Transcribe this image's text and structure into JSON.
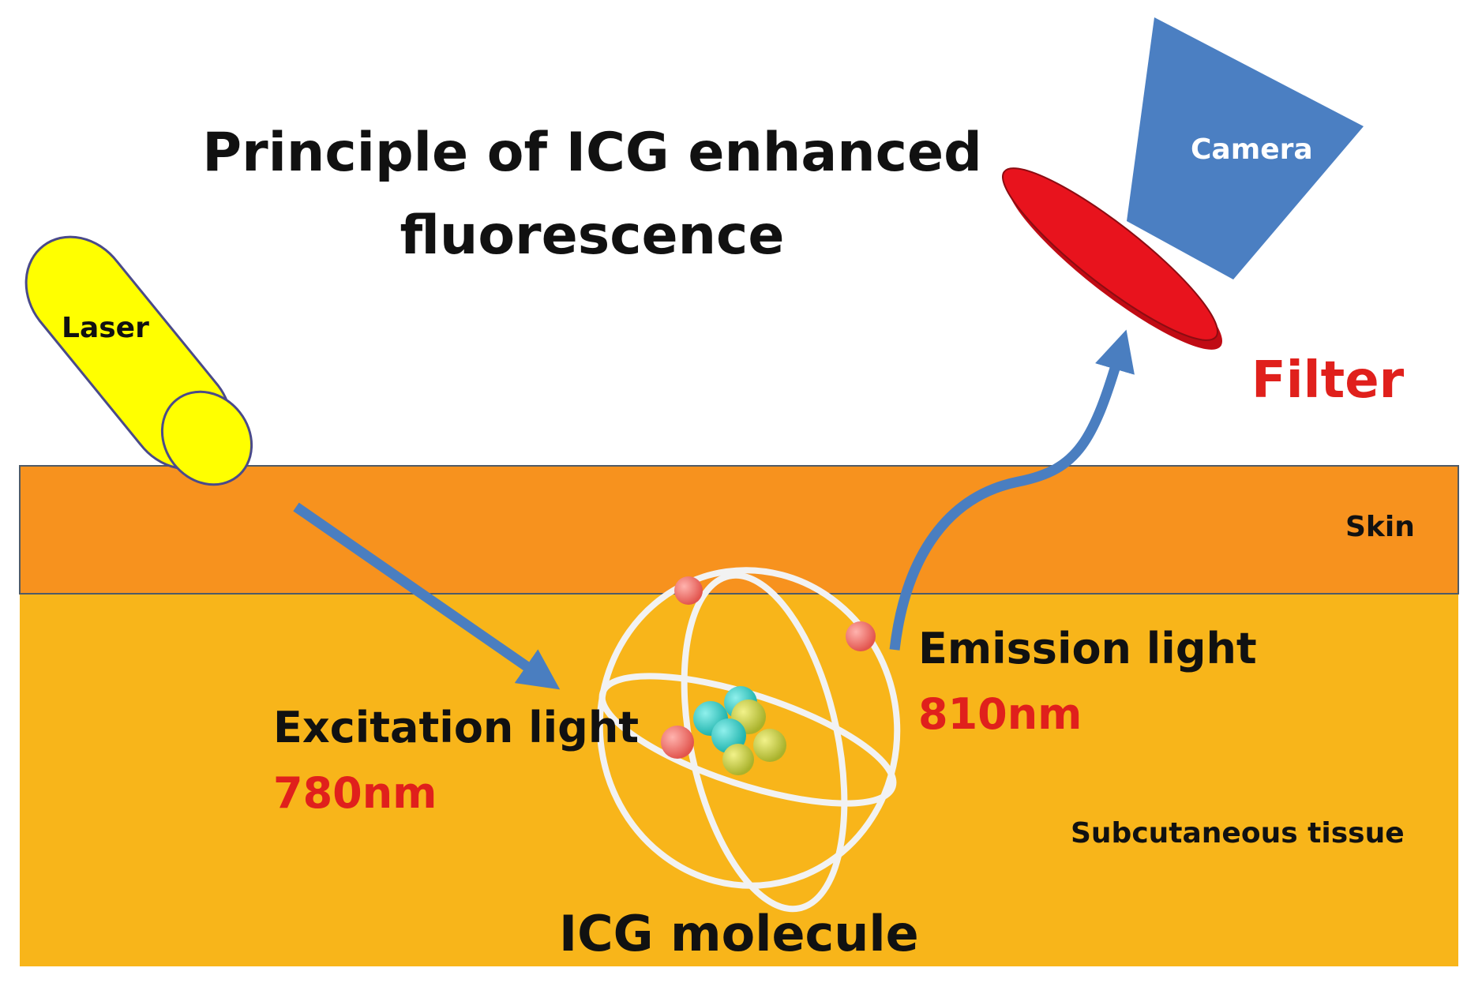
{
  "title": {
    "line1": "Principle of ICG enhanced",
    "line2": "fluorescence"
  },
  "labels": {
    "laser": "Laser",
    "camera": "Camera",
    "filter": "Filter",
    "skin": "Skin",
    "subcutaneous": "Subcutaneous tissue",
    "excitation": "Excitation light",
    "excitation_wavelength": "780nm",
    "emission": "Emission light",
    "emission_wavelength": "810nm",
    "molecule": "ICG molecule"
  },
  "colors": {
    "skin": "#f7921e",
    "subcutaneous": "#f8b51a",
    "laser": "#ffff00",
    "camera": "#4b7fc2",
    "filter": "#e8131d",
    "arrow": "#4a7ec0",
    "wavelength_text": "#e0201c"
  }
}
